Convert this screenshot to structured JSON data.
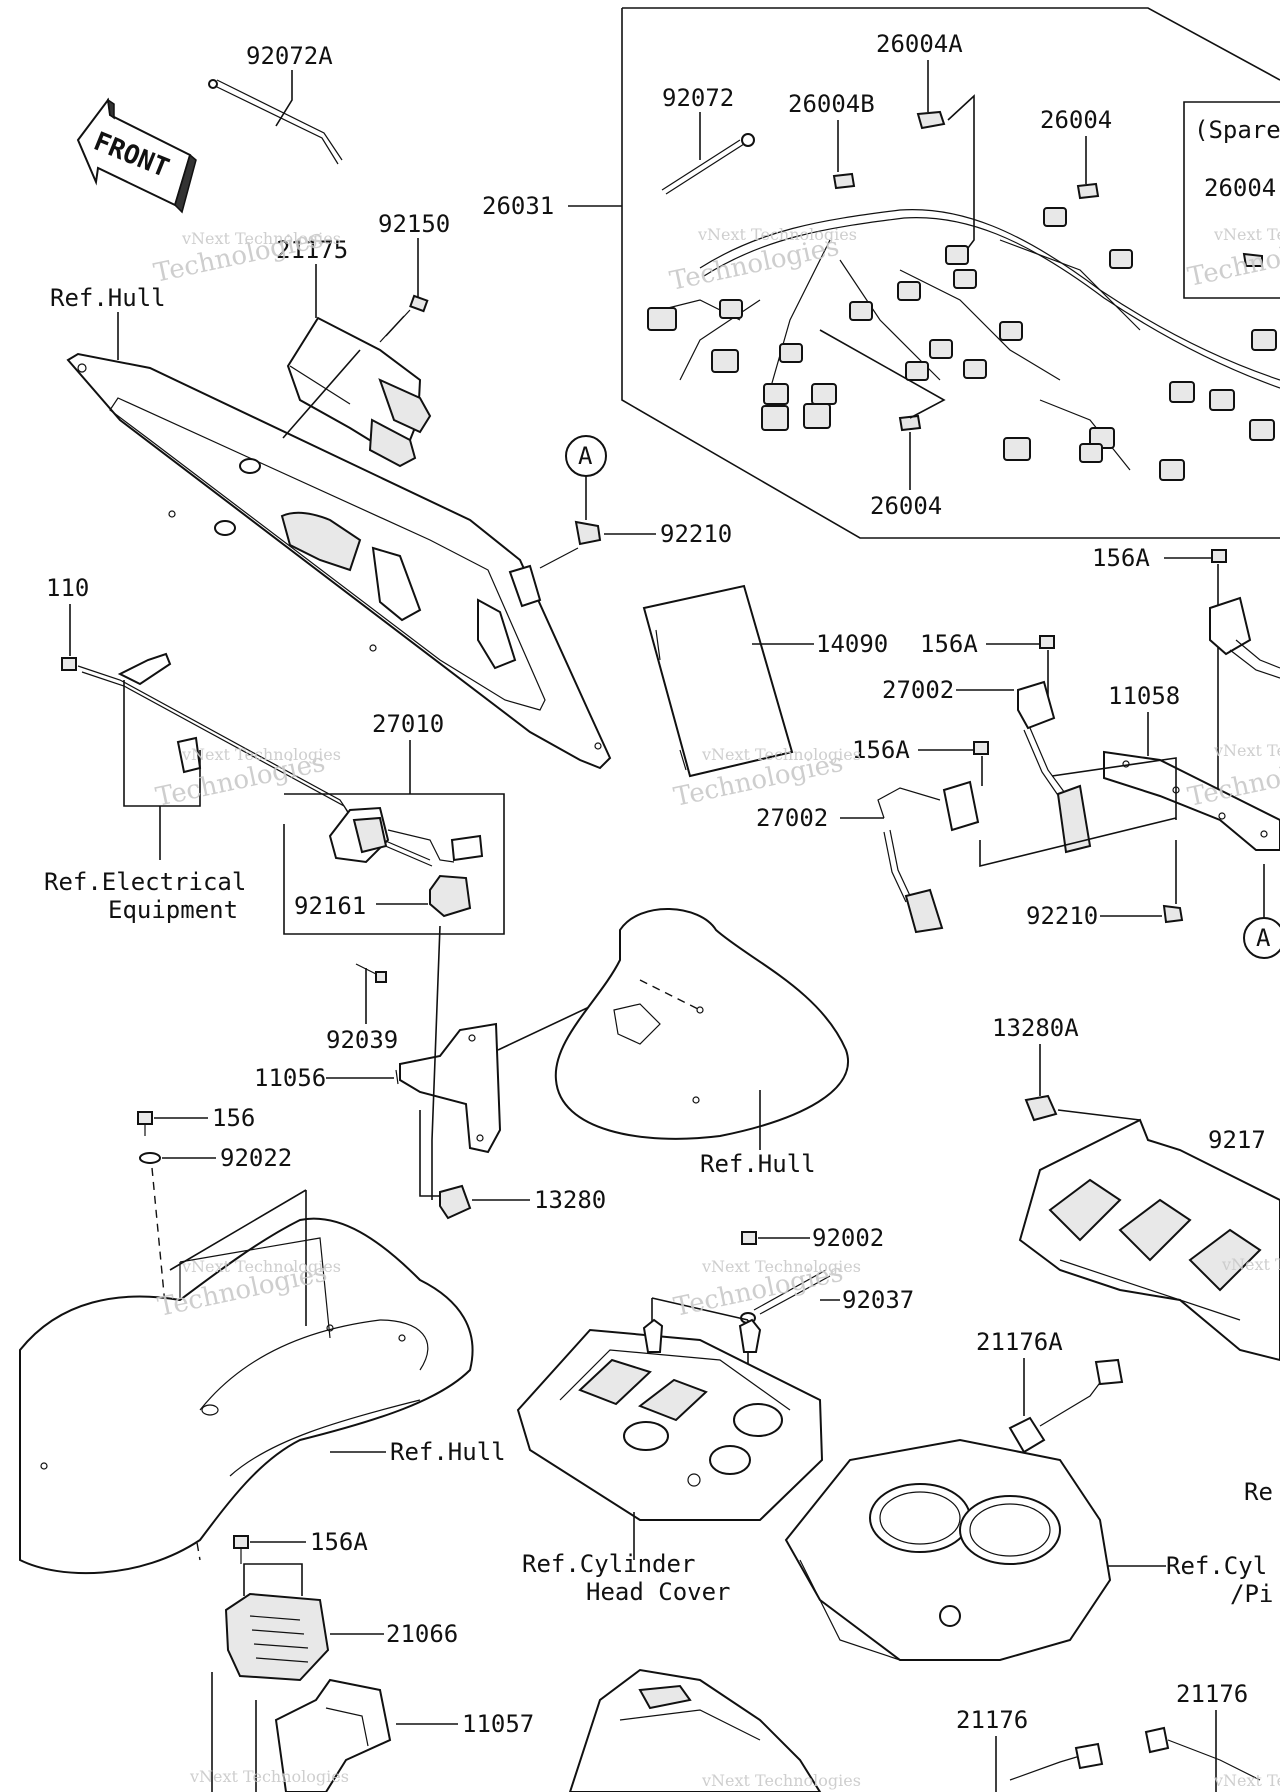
{
  "diagram": {
    "front_label": "FRONT",
    "parts": {
      "p92072A": "92072A",
      "p92072": "92072",
      "p26004A": "26004A",
      "p26004B": "26004B",
      "p26004_top": "26004",
      "p26004_right": "26004",
      "p26004_bottom": "26004",
      "p26031": "26031",
      "p21175": "21175",
      "p92150": "92150",
      "p92210_top": "92210",
      "p92210_mid": "92210",
      "p110": "110",
      "p14090": "14090",
      "p156A_a": "156A",
      "p156A_b": "156A",
      "p156A_c": "156A",
      "p156A_d": "156A",
      "p27002_a": "27002",
      "p27002_b": "27002",
      "p11058": "11058",
      "p27010": "27010",
      "p92161": "92161",
      "p92039": "92039",
      "p11056": "11056",
      "p156": "156",
      "p92022": "92022",
      "p13280": "13280",
      "p13280A": "13280A",
      "p9217": "9217",
      "p92002": "92002",
      "p92037": "92037",
      "p21176A": "21176A",
      "p21066": "21066",
      "p11057": "11057",
      "p21176_a": "21176",
      "p21176_b": "21176"
    },
    "callouts": {
      "A_top": "A",
      "A_right": "A"
    },
    "refs": {
      "hull_top": "Ref.Hull",
      "hull_mid": "Ref.Hull",
      "hull_bottom": "Ref.Hull",
      "electrical_1": "Ref.Electrical",
      "electrical_2": "Equipment",
      "cylinder_head_1": "Ref.Cylinder",
      "cylinder_head_2": "Head Cover",
      "cyl_piston_1": "Ref.Cyl",
      "cyl_piston_2": "/Pi",
      "re_right": "Re"
    },
    "spare_label": "(Spare",
    "spare_part": "26004",
    "watermark": {
      "line1": "vNext Technologies",
      "line2": "Technologies"
    }
  }
}
